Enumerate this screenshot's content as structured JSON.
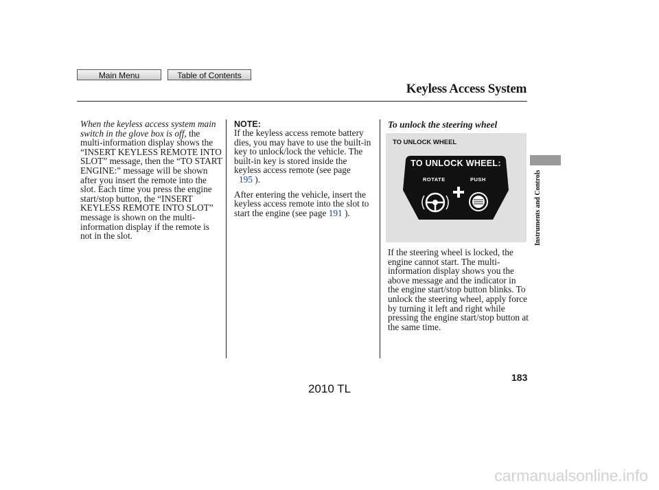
{
  "nav": {
    "main_menu": "Main Menu",
    "table_of_contents": "Table of Contents"
  },
  "header": {
    "title": "Keyless Access System"
  },
  "col1": {
    "italic_lead": "When the keyless access system main switch in the glove box is off,",
    "text": " the multi-information display shows the “INSERT KEYLESS REMOTE INTO SLOT” message, then the “TO START ENGINE:” message will be shown after you insert the remote into the slot. Each time you press the engine start/stop button, the “INSERT KEYLESS REMOTE INTO SLOT” message is shown on the multi-information display if the remote is not in the slot."
  },
  "col2": {
    "note_label": "NOTE:",
    "p1_text": "If the keyless access remote battery dies, you may have to use the built-in key to unlock/lock the vehicle. The built-in key is stored inside the keyless access remote (see page",
    "p1_link": "195",
    "p1_end": " ).",
    "p2_text": "After entering the vehicle, insert the keyless access remote into the slot to start the engine (see page ",
    "p2_link": "191",
    "p2_end": " )."
  },
  "col3": {
    "subhead": "To unlock the steering wheel",
    "figure_label": "TO UNLOCK WHEEL",
    "display_title": "TO UNLOCK WHEEL:",
    "rotate_label": "ROTATE",
    "push_label": "PUSH",
    "text": "If the steering wheel is locked, the engine cannot start. The multi-information display shows you the above message and the indicator in the engine start/stop button blinks. To unlock the steering wheel, apply force by turning it left and right while pressing the engine start/stop button at the same time."
  },
  "sidebar": {
    "section": "Instruments and Controls"
  },
  "page_number": "183",
  "footer": "2010 TL",
  "watermark": "carmanualsonline.info"
}
